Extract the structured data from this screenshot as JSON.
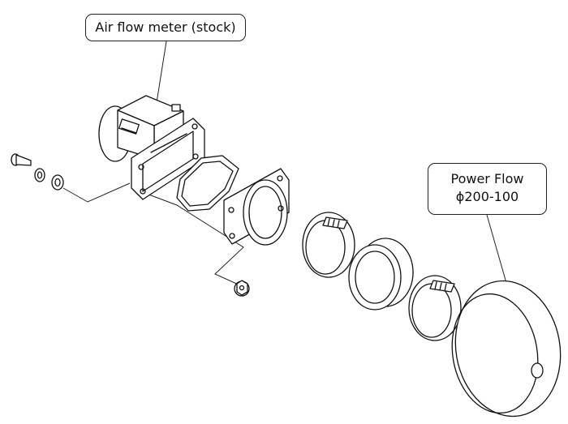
{
  "labels": {
    "air_flow_meter": "Air flow meter (stock)",
    "power_flow_name": "Power Flow",
    "power_flow_size": "ϕ200-100"
  }
}
